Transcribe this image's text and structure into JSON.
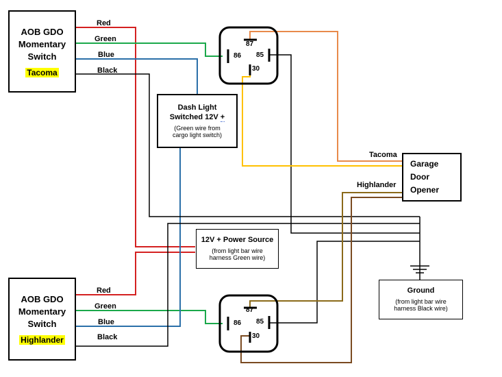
{
  "switch_tacoma": {
    "line1": "AOB GDO",
    "line2": "Momentary",
    "line3": "Switch",
    "tag": "Tacoma"
  },
  "switch_highlander": {
    "line1": "AOB GDO",
    "line2": "Momentary",
    "line3": "Switch",
    "tag": "Highlander"
  },
  "wires_top": {
    "red": "Red",
    "green": "Green",
    "blue": "Blue",
    "black": "Black"
  },
  "wires_bottom": {
    "red": "Red",
    "green": "Green",
    "blue": "Blue",
    "black": "Black"
  },
  "dash": {
    "line1": "Dash Light",
    "line2_text": "Switched 12V ",
    "line2_plus": "+",
    "sub1": "(Green wire from",
    "sub2": "cargo light switch)"
  },
  "power": {
    "title": "12V + Power Source",
    "sub1": "(from light bar wire",
    "sub2": "harness Green wire)"
  },
  "ground": {
    "title": "Ground",
    "sub1": "(from light bar wire",
    "sub2": "harness Black wire)"
  },
  "gdo": {
    "line1": "Garage",
    "line2": "Door",
    "line3": "Opener",
    "label_tacoma": "Tacoma",
    "label_highlander": "Highlander"
  },
  "relay_top": {
    "pin87": "87",
    "pin86": "86",
    "pin85": "85",
    "pin30": "30"
  },
  "relay_bottom": {
    "pin87": "87",
    "pin86": "86",
    "pin85": "85",
    "pin30": "30"
  },
  "colors": {
    "red": "#d42020",
    "green": "#1aa84a",
    "blue": "#2a6fa8",
    "black": "#000000",
    "orange": "#e88a4a",
    "yellow": "#ffc000",
    "olive": "#8b6a1a",
    "brown": "#7a4a20",
    "highlight": "#ffff00"
  }
}
